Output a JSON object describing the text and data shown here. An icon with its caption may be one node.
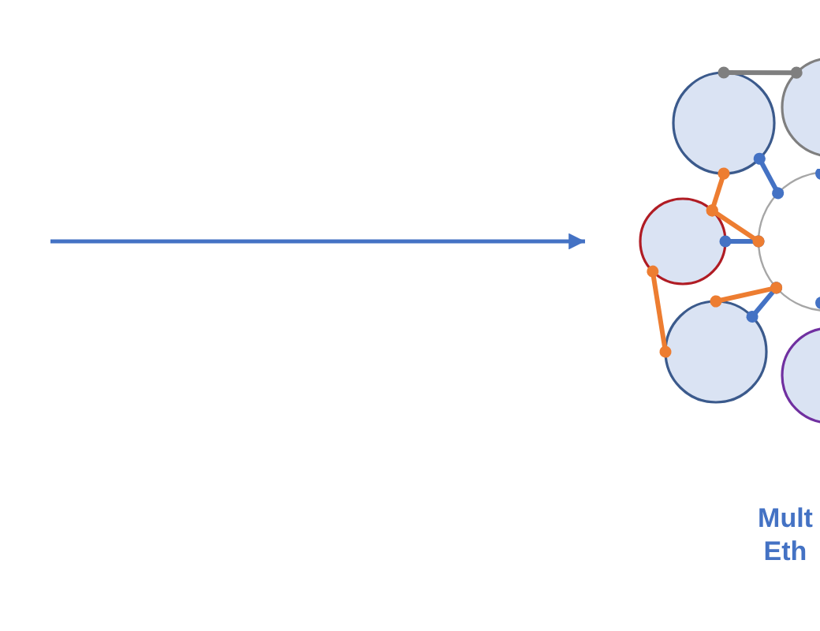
{
  "diagram": {
    "nodes": [
      {
        "text": [],
        "shape": "circle"
      },
      {
        "text": [],
        "shape": "circle"
      },
      {
        "text": [],
        "shape": "circle"
      },
      {
        "text": [],
        "shape": "circle"
      },
      {
        "text": [],
        "shape": "circle"
      },
      {
        "text": [],
        "shape": "circle"
      }
    ],
    "edges": [
      {
        "from": null,
        "to": 2,
        "arrow": "to"
      },
      {
        "from": 0,
        "to": 1,
        "arrow": "other",
        "color": "#7f7f7f"
      },
      {
        "from": 0,
        "to": 3,
        "arrow": "other"
      },
      {
        "from": 2,
        "to": 3,
        "arrow": "other"
      },
      {
        "from": 4,
        "to": 3,
        "arrow": "other"
      },
      {
        "from": 0,
        "to": 2,
        "arrow": "other",
        "color": "#ed7d31"
      },
      {
        "from": 2,
        "to": 3,
        "arrow": "other",
        "color": "#ed7d31"
      },
      {
        "from": 3,
        "to": 4,
        "arrow": "other",
        "color": "#ed7d31"
      },
      {
        "from": 2,
        "to": 4,
        "arrow": "other",
        "color": "#ed7d31"
      }
    ],
    "labels": [
      "Mult Eth"
    ]
  }
}
